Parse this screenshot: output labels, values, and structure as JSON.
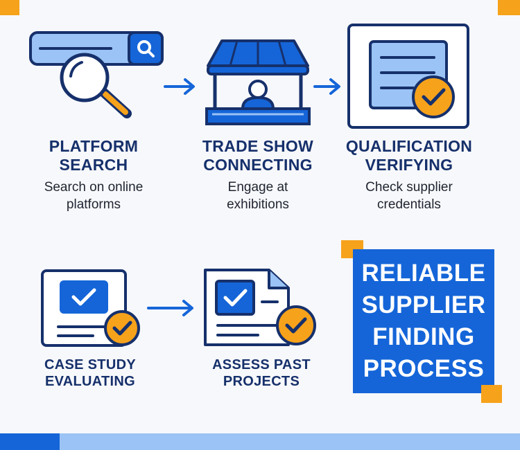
{
  "colors": {
    "navy": "#16306b",
    "blue": "#1565d8",
    "light_blue": "#9bc3f5",
    "orange": "#f7a21b",
    "background": "#f7f8fb"
  },
  "steps": [
    {
      "title": "PLATFORM\nSEARCH",
      "description": "Search on online\nplatforms",
      "icon": "search-bar-magnifier-icon"
    },
    {
      "title": "TRADE SHOW\nCONNECTING",
      "description": "Engage at\nexhibitions",
      "icon": "trade-show-booth-icon"
    },
    {
      "title": "QUALIFICATION\nVERIFYING",
      "description": "Check supplier\ncredentials",
      "icon": "certificate-check-icon"
    },
    {
      "title": "CASE STUDY\nEVALUATING",
      "icon": "case-study-document-check-icon"
    },
    {
      "title": "ASSESS PAST\nPROJECTS",
      "icon": "project-document-check-icon"
    }
  ],
  "headline": "RELIABLE\nSUPPLIER\nFINDING\nPROCESS"
}
